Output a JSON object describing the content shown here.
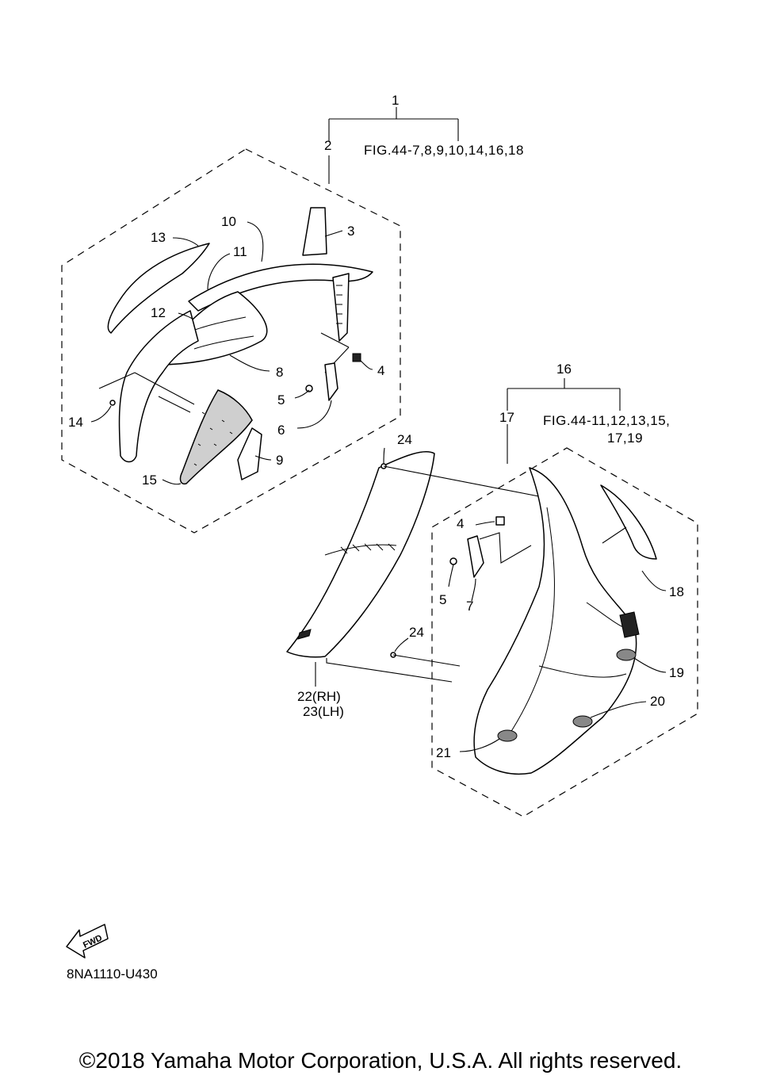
{
  "labels": {
    "p1": "1",
    "p2": "2",
    "p3": "3",
    "p4a": "4",
    "p5a": "5",
    "p6": "6",
    "p8": "8",
    "p9": "9",
    "p10": "10",
    "p11": "11",
    "p12": "12",
    "p13": "13",
    "p14": "14",
    "p15": "15",
    "p16": "16",
    "p17": "17",
    "p18": "18",
    "p19": "19",
    "p20": "20",
    "p21": "21",
    "p22": "22(RH)",
    "p23": "23(LH)",
    "p24a": "24",
    "p24b": "24",
    "p4b": "4",
    "p5b": "5",
    "p7": "7"
  },
  "refs": {
    "fig_ref_1": "FIG.44-7,8,9,10,14,16,18",
    "fig_ref_2a": "FIG.44-11,12,13,15,",
    "fig_ref_2b": "17,19"
  },
  "fwd_label": "FWD",
  "diagram_code": "8NA1110-U430",
  "copyright": "©2018 Yamaha Motor Corporation, U.S.A. All rights reserved."
}
